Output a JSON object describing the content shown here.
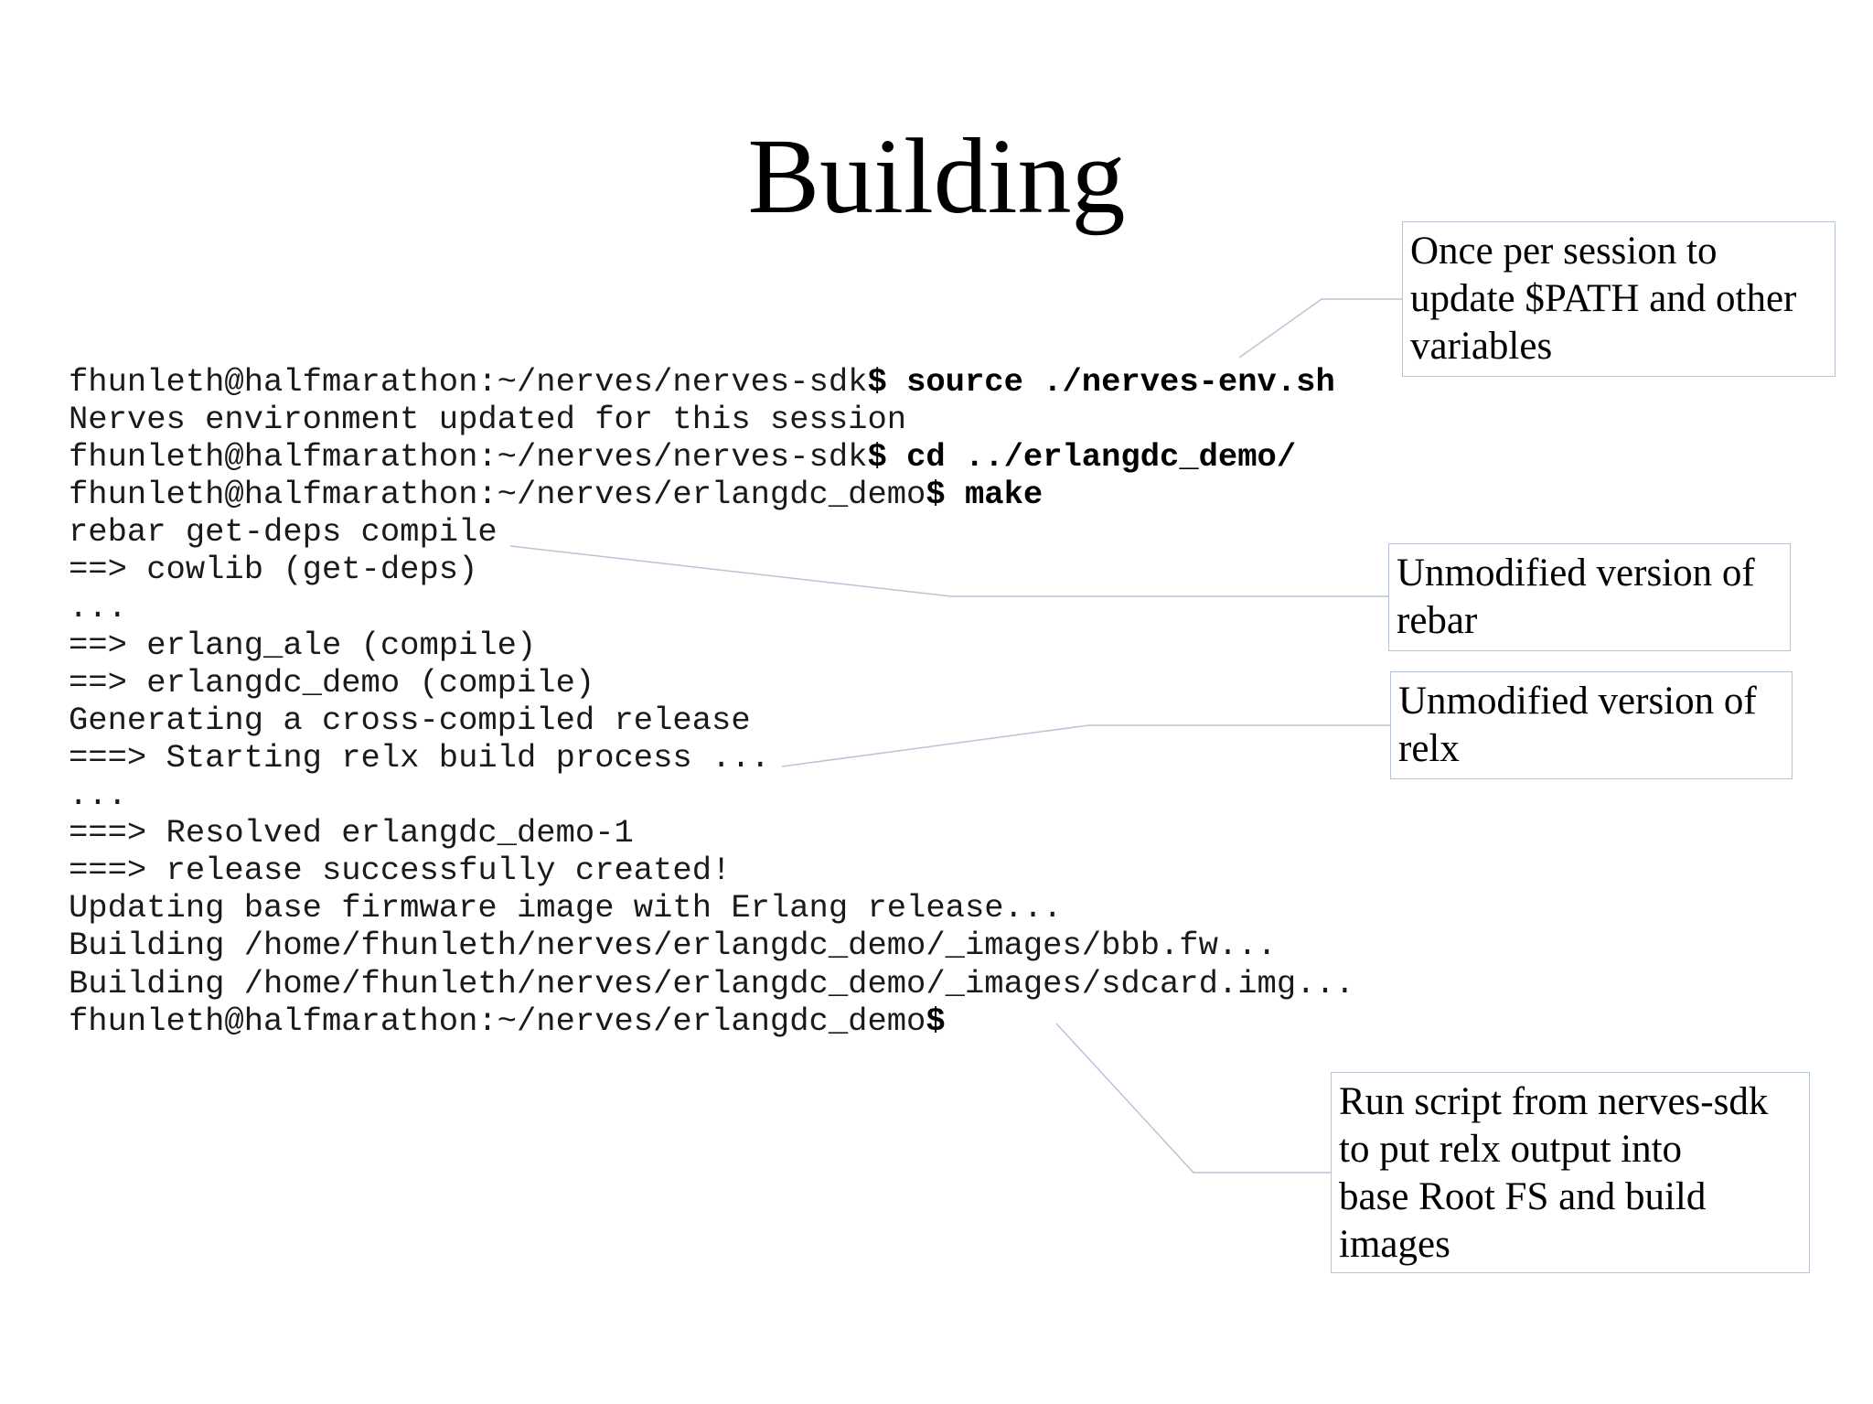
{
  "slide": {
    "title": "Building",
    "terminal": [
      {
        "prompt": "fhunleth@halfmarathon:~/nerves/nerves-sdk",
        "sigil": "$",
        "command": " source ./nerves-env.sh"
      },
      {
        "text": "Nerves environment updated for this session"
      },
      {
        "prompt": "fhunleth@halfmarathon:~/nerves/nerves-sdk",
        "sigil": "$",
        "command": " cd ../erlangdc_demo/"
      },
      {
        "prompt": "fhunleth@halfmarathon:~/nerves/erlangdc_demo",
        "sigil": "$",
        "command": " make"
      },
      {
        "text": "rebar get-deps compile"
      },
      {
        "text": "==> cowlib (get-deps)"
      },
      {
        "text": "..."
      },
      {
        "text": "==> erlang_ale (compile)"
      },
      {
        "text": "==> erlangdc_demo (compile)"
      },
      {
        "text": "Generating a cross-compiled release"
      },
      {
        "text": "===> Starting relx build process ..."
      },
      {
        "text": "..."
      },
      {
        "text": "===> Resolved erlangdc_demo-1"
      },
      {
        "text": "===> release successfully created!"
      },
      {
        "text": "Updating base firmware image with Erlang release..."
      },
      {
        "text": "Building /home/fhunleth/nerves/erlangdc_demo/_images/bbb.fw..."
      },
      {
        "text": "Building /home/fhunleth/nerves/erlangdc_demo/_images/sdcard.img..."
      },
      {
        "prompt": "fhunleth@halfmarathon:~/nerves/erlangdc_demo",
        "sigil": "$",
        "command": ""
      }
    ],
    "callouts": {
      "env": "Once per session to\nupdate $PATH and other\nvariables",
      "rebar": "Unmodified version of\nrebar",
      "relx": "Unmodified version of\nrelx",
      "script": "Run script from nerves-sdk\nto put relx output into\nbase Root FS and build\nimages"
    },
    "colors": {
      "callout_border": "#b9c3d6",
      "leader_line": "#b9c3d6"
    }
  }
}
